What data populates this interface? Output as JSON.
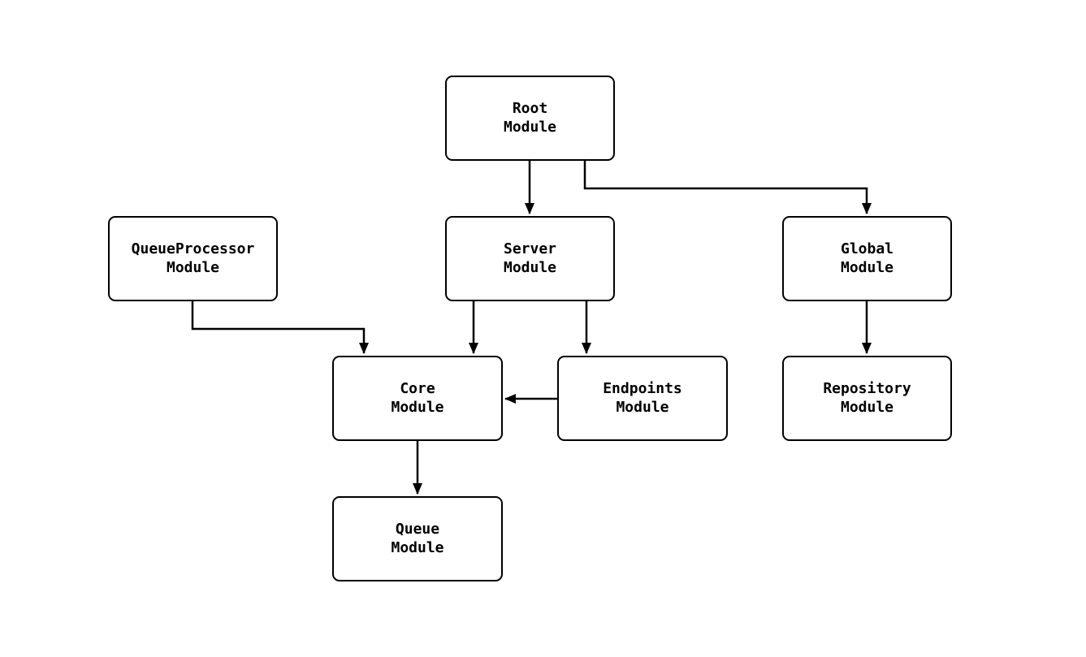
{
  "diagram": {
    "type": "module-dependency-graph",
    "colors": {
      "background": "#ffffff",
      "node_fill": "#ffffff",
      "node_border": "#000000",
      "edge": "#000000",
      "text": "#000000"
    },
    "nodes": {
      "root": {
        "label": "Root\nModule"
      },
      "queueProcessor": {
        "label": "QueueProcessor\nModule"
      },
      "server": {
        "label": "Server\nModule"
      },
      "global": {
        "label": "Global\nModule"
      },
      "core": {
        "label": "Core\nModule"
      },
      "endpoints": {
        "label": "Endpoints\nModule"
      },
      "repository": {
        "label": "Repository\nModule"
      },
      "queue": {
        "label": "Queue\nModule"
      }
    },
    "edges": [
      {
        "from": "Root Module",
        "to": "Server Module"
      },
      {
        "from": "Root Module",
        "to": "Global Module"
      },
      {
        "from": "QueueProcessor Module",
        "to": "Core Module"
      },
      {
        "from": "Server Module",
        "to": "Core Module"
      },
      {
        "from": "Server Module",
        "to": "Endpoints Module"
      },
      {
        "from": "Endpoints Module",
        "to": "Core Module"
      },
      {
        "from": "Global Module",
        "to": "Repository Module"
      },
      {
        "from": "Core Module",
        "to": "Queue Module"
      }
    ]
  }
}
